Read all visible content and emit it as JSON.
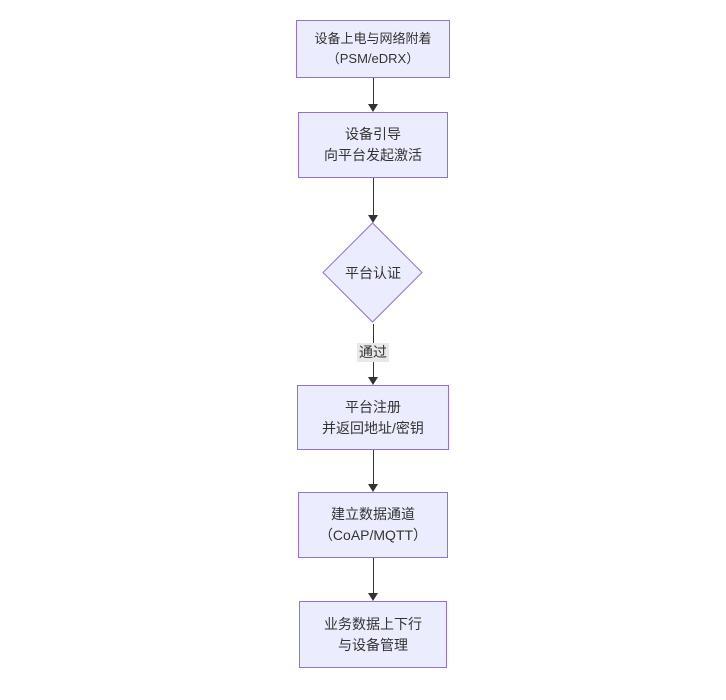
{
  "diagram": {
    "type": "flowchart",
    "direction": "top-down",
    "colors": {
      "background": "#ffffff",
      "node_fill": "#ECECFF",
      "node_border": "#9370DB",
      "text": "#333333",
      "arrow": "#333333",
      "edge_label_bg": "#e8e8e8"
    },
    "nodes": [
      {
        "id": "n1",
        "shape": "rect",
        "lines": [
          "设备上电与网络附着",
          "（PSM/eDRX）"
        ]
      },
      {
        "id": "n2",
        "shape": "rect",
        "lines": [
          "设备引导",
          "向平台发起激活"
        ]
      },
      {
        "id": "n3",
        "shape": "diamond",
        "lines": [
          "平台认证"
        ]
      },
      {
        "id": "n4",
        "shape": "rect",
        "lines": [
          "平台注册",
          "并返回地址/密钥"
        ]
      },
      {
        "id": "n5",
        "shape": "rect",
        "lines": [
          "建立数据通道",
          "（CoAP/MQTT）"
        ]
      },
      {
        "id": "n6",
        "shape": "rect",
        "lines": [
          "业务数据上下行",
          "与设备管理"
        ]
      }
    ],
    "edges": [
      {
        "from": "n1",
        "to": "n2",
        "label": ""
      },
      {
        "from": "n2",
        "to": "n3",
        "label": ""
      },
      {
        "from": "n3",
        "to": "n4",
        "label": "通过"
      },
      {
        "from": "n4",
        "to": "n5",
        "label": ""
      },
      {
        "from": "n5",
        "to": "n6",
        "label": ""
      }
    ]
  }
}
